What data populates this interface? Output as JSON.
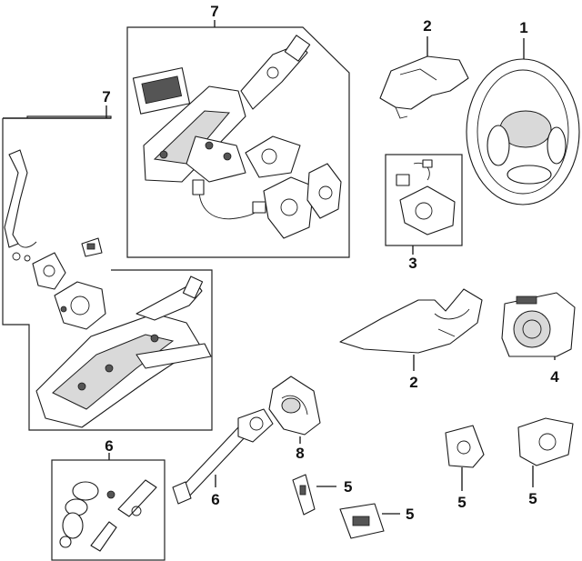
{
  "callouts": {
    "c1": "1",
    "c2a": "2",
    "c2b": "2",
    "c3": "3",
    "c4": "4",
    "c5a": "5",
    "c5b": "5",
    "c5c": "5",
    "c5d": "5",
    "c6a": "6",
    "c6b": "6",
    "c7a": "7",
    "c7b": "7",
    "c8": "8"
  }
}
